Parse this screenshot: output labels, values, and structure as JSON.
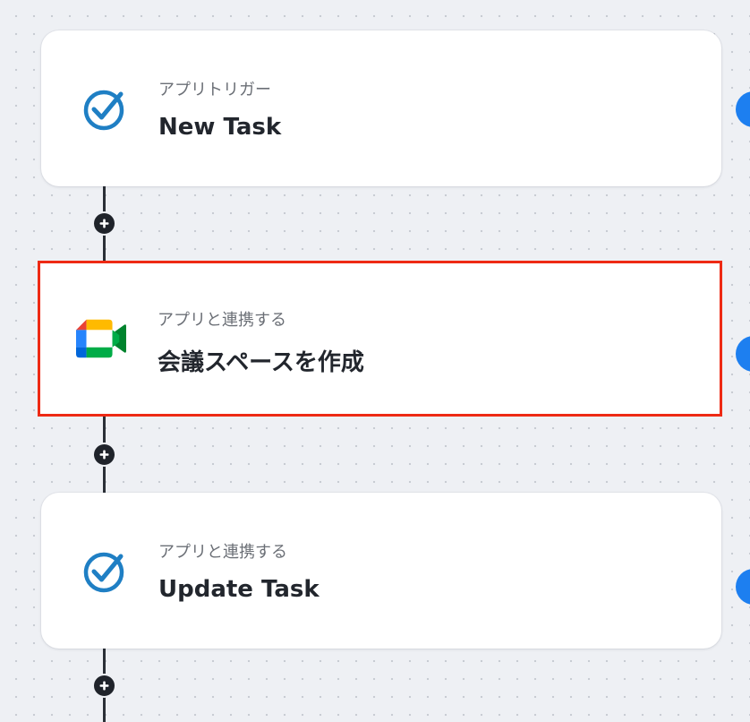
{
  "flow": {
    "steps": [
      {
        "subtitle": "アプリトリガー",
        "title": "New Task",
        "icon": "task-check-icon"
      },
      {
        "subtitle": "アプリと連携する",
        "title": "会議スペースを作成",
        "icon": "google-meet-icon"
      },
      {
        "subtitle": "アプリと連携する",
        "title": "Update Task",
        "icon": "task-check-icon"
      }
    ],
    "add_step_icon": "plus-icon",
    "colors": {
      "highlight_border": "#ee2a14",
      "status_dot": "#1d7ff0",
      "task_icon": "#1f7fc4",
      "connector": "#2b2f36"
    }
  }
}
